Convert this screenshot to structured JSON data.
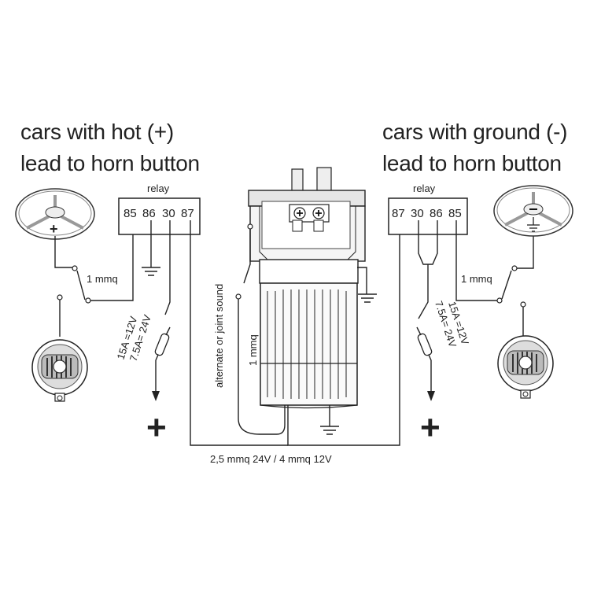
{
  "left_panel": {
    "title_line1": "cars with hot (+)",
    "title_line2": "lead to horn button",
    "relay_caption": "relay",
    "pins": [
      "85",
      "86",
      "30",
      "87"
    ],
    "wire_label": "1 mmq",
    "fuse_label_1": "15A =12V",
    "fuse_label_2": "7.5A= 24V",
    "button_sign": "+",
    "supply_sign": "+"
  },
  "right_panel": {
    "title_line1": "cars with ground (-)",
    "title_line2": "lead to horn button",
    "relay_caption": "relay",
    "pins": [
      "87",
      "30",
      "86",
      "85"
    ],
    "wire_label": "1 mmq",
    "fuse_label_1": "15A =12V",
    "fuse_label_2": "7.5A= 24V",
    "supply_sign": "+"
  },
  "center": {
    "switch_label": "alternate or joint sound",
    "wire_label": "1 mmq",
    "bottom_cable_label": "2,5 mmq 24V  / 4 mmq 12V"
  }
}
